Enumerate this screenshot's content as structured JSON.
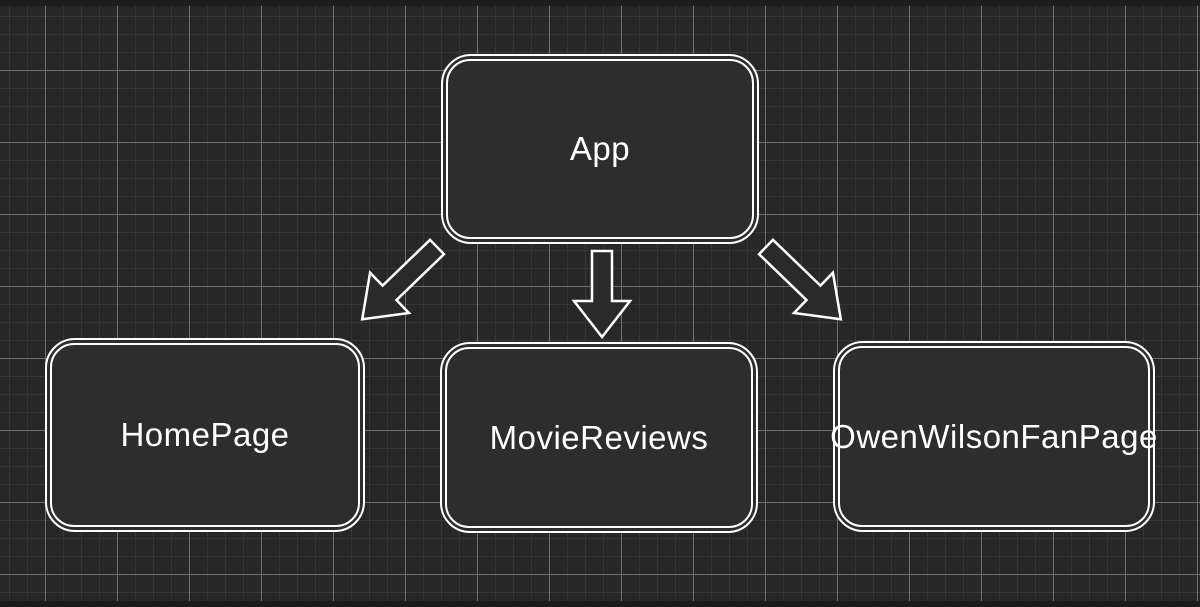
{
  "diagram": {
    "type": "component-tree",
    "nodes": [
      {
        "id": "app",
        "label": "App"
      },
      {
        "id": "homepage",
        "label": "HomePage"
      },
      {
        "id": "moviereviews",
        "label": "MovieReviews"
      },
      {
        "id": "owenwilsonfanpage",
        "label": "OwenWilsonFanPage"
      }
    ],
    "edges": [
      {
        "from": "App",
        "to": "HomePage"
      },
      {
        "from": "App",
        "to": "MovieReviews"
      },
      {
        "from": "App",
        "to": "OwenWilsonFanPage"
      }
    ],
    "colors": {
      "canvas_background": "#272727",
      "grid_minor": "#363636",
      "grid_major": "#707070",
      "node_fill": "#2d2d2d",
      "node_stroke": "#ffffff",
      "label_text": "#ffffff"
    }
  }
}
